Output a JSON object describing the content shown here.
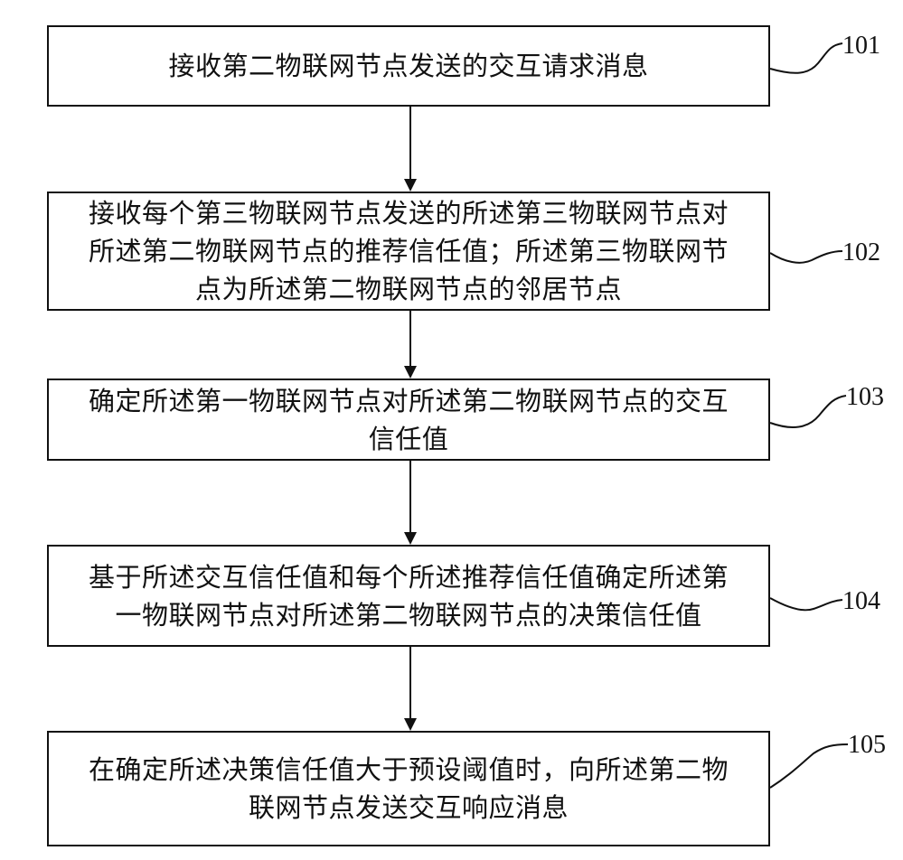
{
  "steps": [
    {
      "id": "101",
      "label": "101",
      "text": "接收第二物联网节点发送的交互请求消息"
    },
    {
      "id": "102",
      "label": "102",
      "text": "接收每个第三物联网节点发送的所述第三物联网节点对\n所述第二物联网节点的推荐信任值；所述第三物联网节\n点为所述第二物联网节点的邻居节点"
    },
    {
      "id": "103",
      "label": "103",
      "text": "确定所述第一物联网节点对所述第二物联网节点的交互\n信任值"
    },
    {
      "id": "104",
      "label": "104",
      "text": "基于所述交互信任值和每个所述推荐信任值确定所述第\n一物联网节点对所述第二物联网节点的决策信任值"
    },
    {
      "id": "105",
      "label": "105",
      "text": "在确定所述决策信任值大于预设阈值时，向所述第二物\n联网节点发送交互响应消息"
    }
  ],
  "colors": {
    "line": "#111111",
    "background": "#ffffff"
  }
}
